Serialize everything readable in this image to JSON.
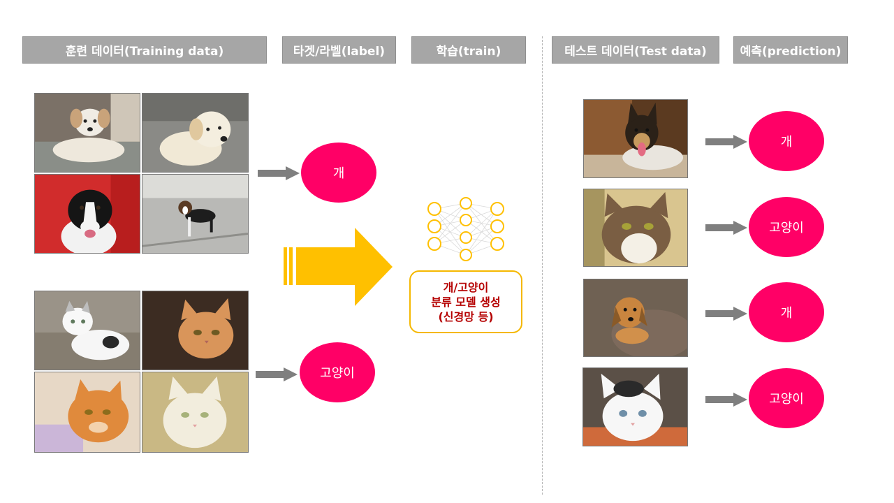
{
  "headers": {
    "training": "훈련 데이터(Training data)",
    "label": "타겟/라벨(label)",
    "train": "학습(train)",
    "test": "테스트 데이터(Test data)",
    "prediction": "예측(prediction)"
  },
  "training_groups": [
    {
      "label": "개",
      "images": [
        "dog photo",
        "dog photo",
        "dog photo",
        "dog photo"
      ]
    },
    {
      "label": "고양이",
      "images": [
        "cat photo",
        "cat photo",
        "cat photo",
        "cat photo"
      ]
    }
  ],
  "model": {
    "lines": [
      "개/고양이",
      "분류 모델 생성",
      "(신경망 등)"
    ],
    "icon": "neural-network-icon"
  },
  "predictions": [
    {
      "image": "dog photo",
      "result": "개"
    },
    {
      "image": "cat photo",
      "result": "고양이"
    },
    {
      "image": "dog photo",
      "result": "개"
    },
    {
      "image": "cat photo",
      "result": "고양이"
    }
  ],
  "colors": {
    "header_bg": "#a6a6a6",
    "oval": "#ff0066",
    "arrow_big": "#ffc000",
    "arrow_small": "#7f7f7f",
    "model_text": "#b50000",
    "model_border": "#f5b800"
  }
}
